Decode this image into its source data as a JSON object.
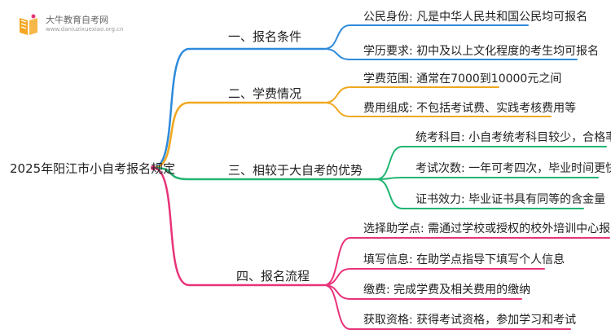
{
  "logo": {
    "title": "大牛教育自考网",
    "url": "www.daniuzixuexiao.org.cn",
    "icon": "book-logo-icon"
  },
  "root": {
    "label": "2025年阳江市小自考报名规定"
  },
  "branches": [
    {
      "label": "一、报名条件",
      "color": "#2E8BDB",
      "items": [
        "公民身份: 凡是中华人民共和国公民均可报名",
        "学历要求: 初中及以上文化程度的考生均可报名"
      ]
    },
    {
      "label": "二、学费情况",
      "color": "#F0A81E",
      "items": [
        "学费范围: 通常在7000到10000元之间",
        "费用组成: 不包括考试费、实践考核费用等"
      ]
    },
    {
      "label": "三、相较于大自考的优势",
      "color": "#22B573",
      "items": [
        "统考科目: 小自考统考科目较少，合格率高",
        "考试次数: 一年可考四次，毕业时间更快",
        "证书效力: 毕业证书具有同等的含金量"
      ]
    },
    {
      "label": "四、报名流程",
      "color": "#E8337A",
      "items": [
        "选择助学点: 需通过学校或授权的校外培训中心报名",
        "填写信息: 在助学点指导下填写个人信息",
        "缴费: 完成学费及相关费用的缴纳",
        "获取资格: 获得考试资格，参加学习和考试"
      ]
    }
  ]
}
